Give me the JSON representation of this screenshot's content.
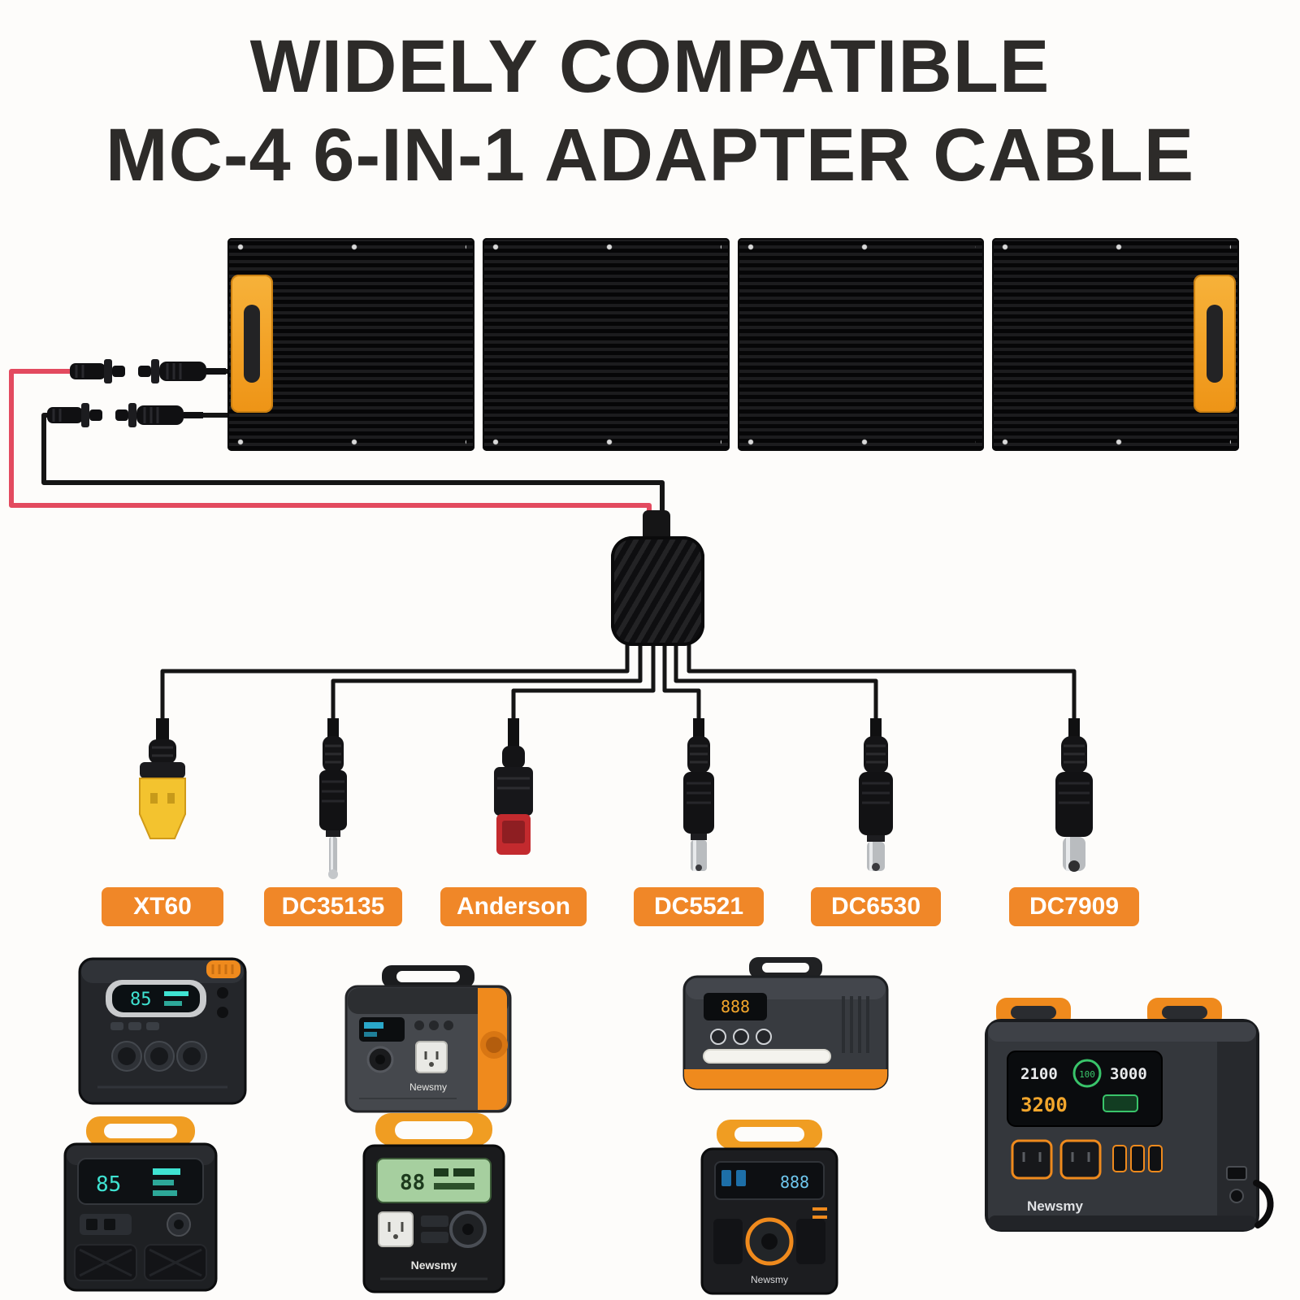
{
  "title": {
    "line1": "WIDELY COMPATIBLE",
    "line2": "MC-4 6-IN-1 ADAPTER CABLE"
  },
  "connector_labels": [
    {
      "label": "XT60"
    },
    {
      "label": "DC35135"
    },
    {
      "label": "Anderson"
    },
    {
      "label": "DC5521"
    },
    {
      "label": "DC6530"
    },
    {
      "label": "DC7909"
    }
  ],
  "products": {
    "station_a": {
      "display_value": "85"
    },
    "station_b": {
      "brand": "Newsmy"
    },
    "station_c": {
      "display_value": "888"
    },
    "station_d": {
      "brand": "Newsmy",
      "display_left": "2100",
      "display_center": "100",
      "display_right": "3000",
      "display_power": "3200"
    },
    "station_e": {
      "display_value": "85"
    },
    "station_f": {
      "brand": "Newsmy",
      "display_value": "88"
    },
    "station_g": {
      "brand": "Newsmy",
      "display_value": "888"
    }
  },
  "colors": {
    "accent_orange": "#ef8a1d",
    "label_background": "#f08728",
    "label_text": "#ffffff",
    "wire_red": "#e34a5f",
    "wire_black": "#151515",
    "panel_dark": "#0e0e0f",
    "handle_orange": "#f2a325",
    "title_text": "#2d2b29"
  }
}
